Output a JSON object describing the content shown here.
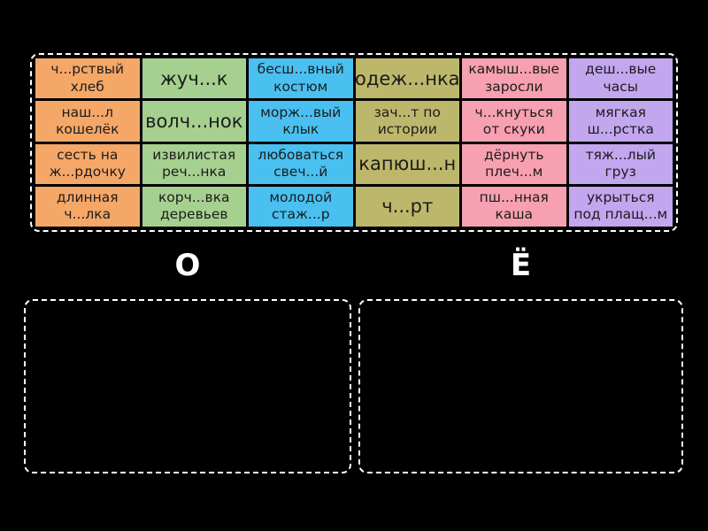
{
  "board": {
    "tiles": [
      {
        "text": "ч...рствый\nхлеб",
        "color": "#F5A767",
        "size": "sm"
      },
      {
        "text": "жуч...к",
        "color": "#A6D08F",
        "size": "lg"
      },
      {
        "text": "бесш...вный\nкостюм",
        "color": "#49C0F0",
        "size": "sm"
      },
      {
        "text": "одеж...нка",
        "color": "#BDB76B",
        "size": "lg"
      },
      {
        "text": "камыш...вые\nзаросли",
        "color": "#F7A0B2",
        "size": "sm"
      },
      {
        "text": "деш...вые\nчасы",
        "color": "#C2A6EE",
        "size": "sm"
      },
      {
        "text": "наш...л\nкошелёк",
        "color": "#F5A767",
        "size": "sm"
      },
      {
        "text": "волч...нок",
        "color": "#A6D08F",
        "size": "lg"
      },
      {
        "text": "морж...вый\nклык",
        "color": "#49C0F0",
        "size": "sm"
      },
      {
        "text": "зач...т по\nистории",
        "color": "#BDB76B",
        "size": "sm"
      },
      {
        "text": "ч...кнуться\nот скуки",
        "color": "#F7A0B2",
        "size": "sm"
      },
      {
        "text": "мягкая\nш...рстка",
        "color": "#C2A6EE",
        "size": "sm"
      },
      {
        "text": "сесть на\nж...рдочку",
        "color": "#F5A767",
        "size": "sm"
      },
      {
        "text": "извилистая\nреч...нка",
        "color": "#A6D08F",
        "size": "sm"
      },
      {
        "text": "любоваться\nсвеч...й",
        "color": "#49C0F0",
        "size": "sm"
      },
      {
        "text": "капюш...н",
        "color": "#BDB76B",
        "size": "lg"
      },
      {
        "text": "дёрнуть\nплеч...м",
        "color": "#F7A0B2",
        "size": "sm"
      },
      {
        "text": "тяж...лый\nгруз",
        "color": "#C2A6EE",
        "size": "sm"
      },
      {
        "text": "длинная\nч...лка",
        "color": "#F5A767",
        "size": "sm"
      },
      {
        "text": "корч...вка\nдеревьев",
        "color": "#A6D08F",
        "size": "sm"
      },
      {
        "text": "молодой\nстаж...р",
        "color": "#49C0F0",
        "size": "sm"
      },
      {
        "text": "ч...рт",
        "color": "#BDB76B",
        "size": "lg"
      },
      {
        "text": "пш...нная\nкаша",
        "color": "#F7A0B2",
        "size": "sm"
      },
      {
        "text": "укрыться\nпод плащ...м",
        "color": "#C2A6EE",
        "size": "sm"
      }
    ]
  },
  "groups": [
    {
      "label": "О"
    },
    {
      "label": "Ё"
    }
  ],
  "colors": {
    "background": "#000000",
    "tile_text": "#1c1c1c",
    "border": "#ffffff"
  }
}
